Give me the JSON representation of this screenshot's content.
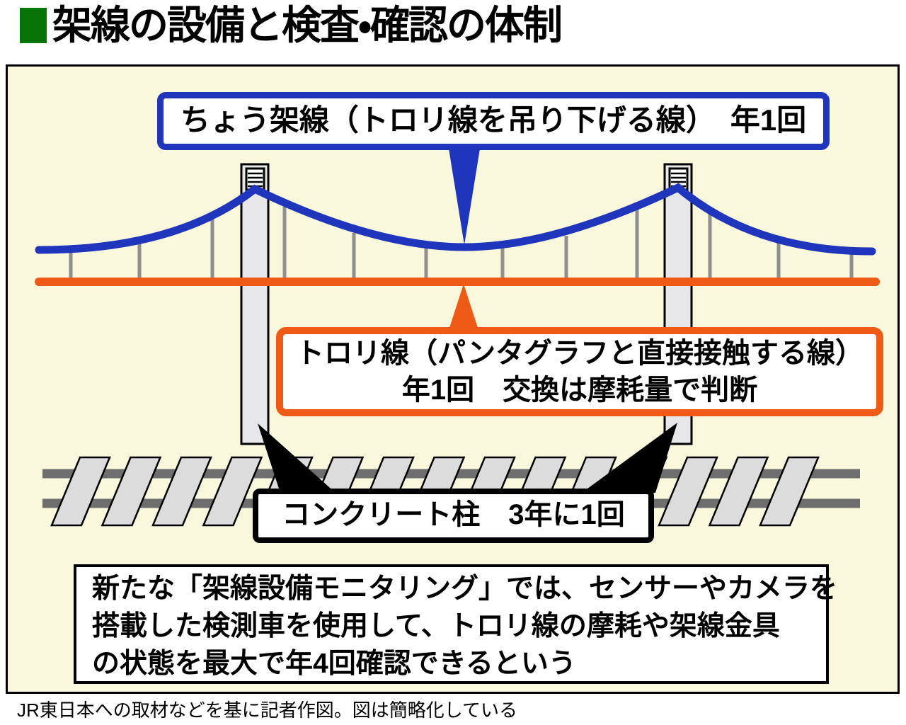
{
  "title": {
    "text": "架線の設備と検査・確認の体制"
  },
  "colors": {
    "green": "#077407",
    "blue": "#1E35BC",
    "orange": "#F05A17",
    "cream": "#FAF8DC",
    "rail": "#6E6E6E",
    "sleeper": "#DCDCDC",
    "pole": "#E7E7E9",
    "hanger": "#8F8F8F"
  },
  "callouts": {
    "catenary": {
      "label": "ちょう架線（トロリ線を吊り下げる線）　年1回"
    },
    "trolley": {
      "line1": "トロリ線（パンタグラフと直接接触する線）",
      "line2": "年1回　交換は摩耗量で判断"
    },
    "pole": {
      "label": "コンクリート柱　3年に1回"
    }
  },
  "note": {
    "line1": "新たな「架線設備モニタリング」では、センサーやカメラを",
    "line2": "搭載した検測車を使用して、トロリ線の摩耗や架線金具",
    "line3": "の状態を最大で年4回確認できるという"
  },
  "credit": {
    "text": "JR東日本への取材などを基に記者作図。図は簡略化している"
  }
}
